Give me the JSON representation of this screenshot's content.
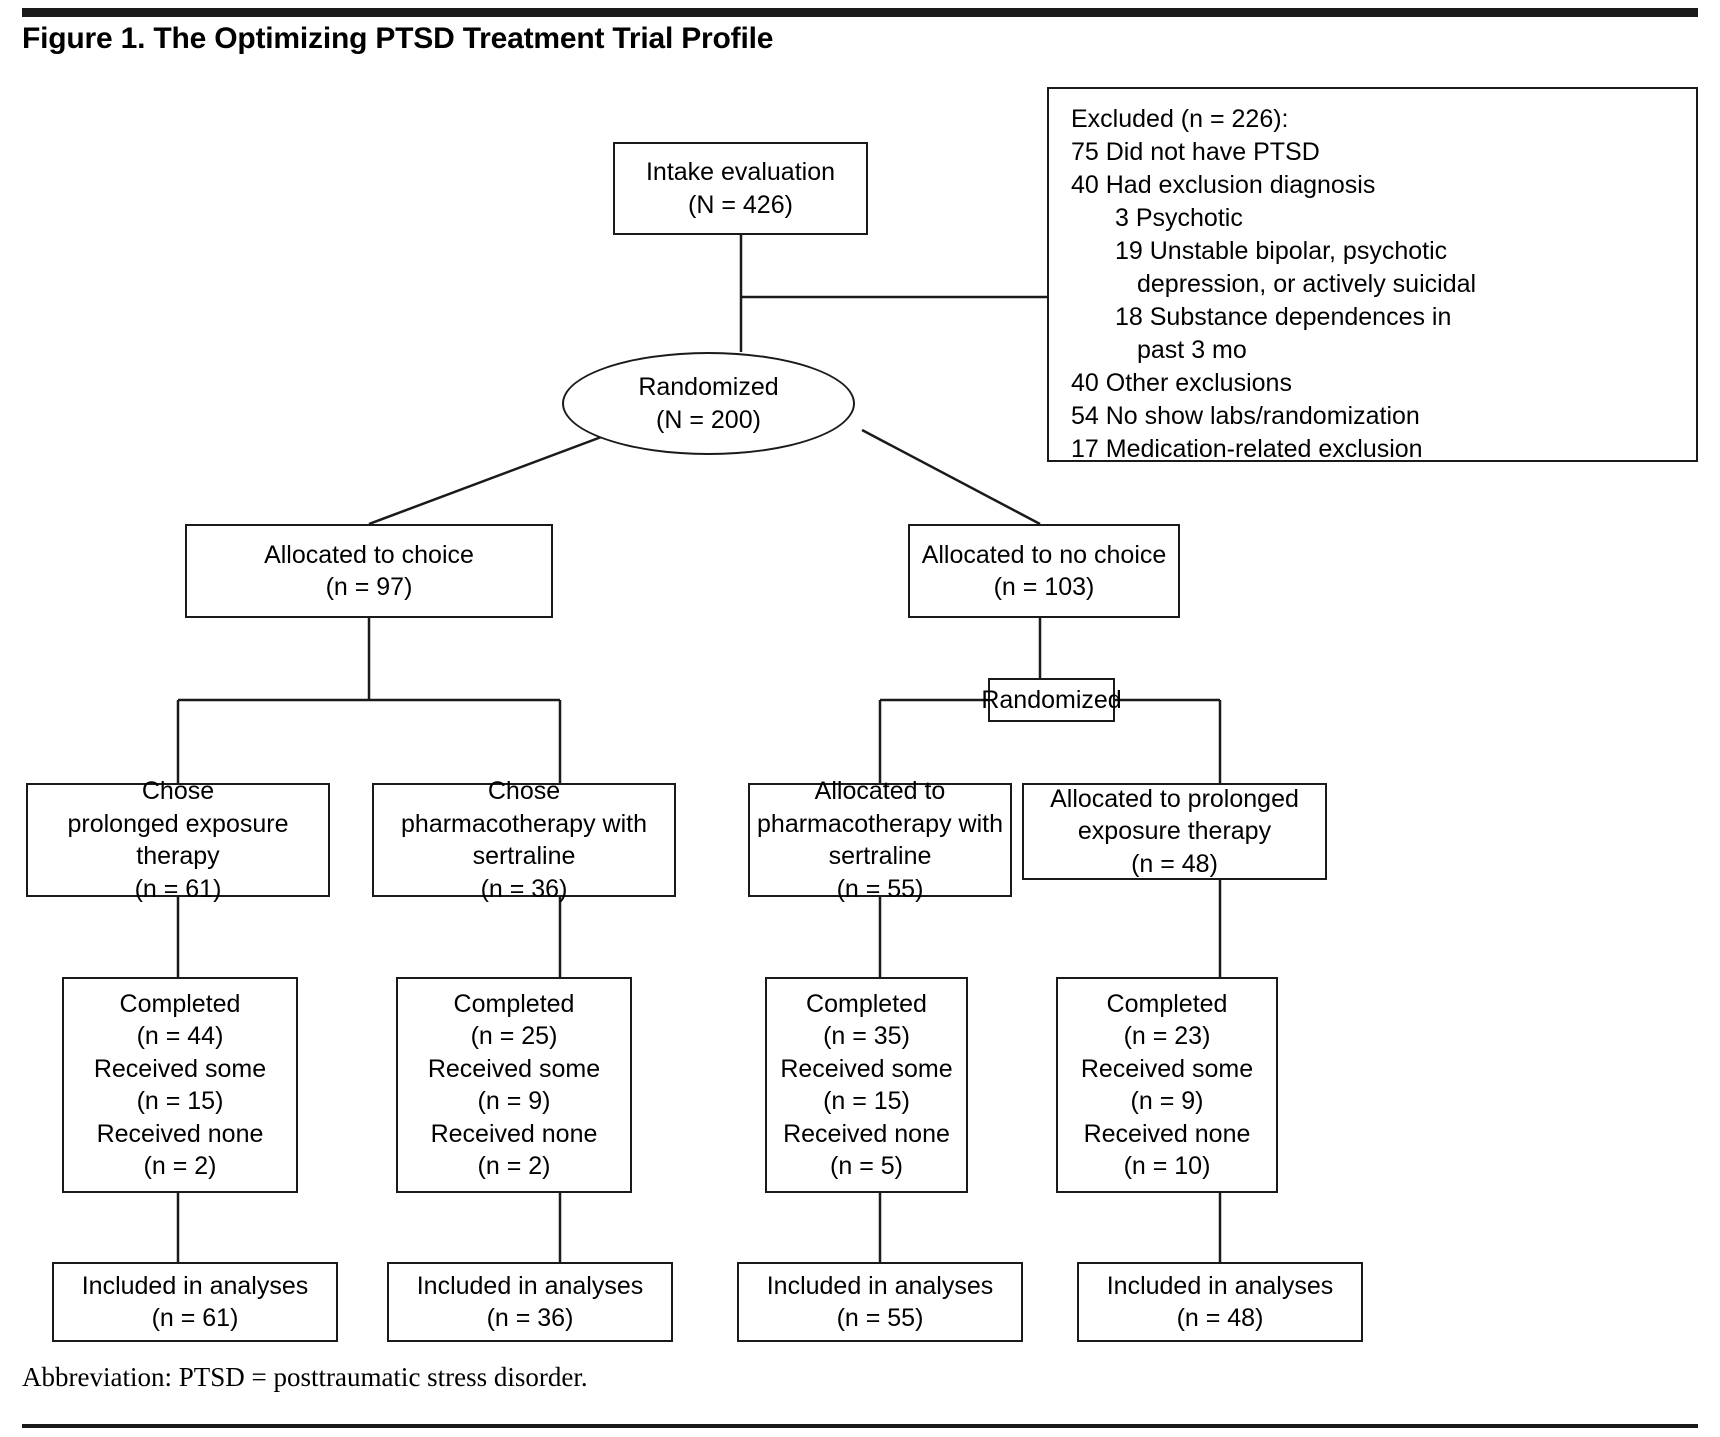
{
  "figure": {
    "title": "Figure 1. The Optimizing PTSD Treatment Trial Profile",
    "footnote": "Abbreviation: PTSD = posttraumatic stress disorder."
  },
  "nodes": {
    "intake": {
      "l1": "Intake evaluation",
      "l2": "(N = 426)"
    },
    "randomized": {
      "l1": "Randomized",
      "l2": "(N = 200)"
    },
    "alloc_choice": {
      "l1": "Allocated to choice",
      "l2": "(n = 97)"
    },
    "alloc_no_choice": {
      "l1": "Allocated to no choice",
      "l2": "(n = 103)"
    },
    "randomized2": {
      "l1": "Randomized"
    },
    "arm1": {
      "l1": "Chose",
      "l2": "prolonged exposure",
      "l3": "therapy",
      "l4": "(n = 61)"
    },
    "arm2": {
      "l1": "Chose",
      "l2": "pharmacotherapy with",
      "l3": "sertraline",
      "l4": "(n = 36)"
    },
    "arm3": {
      "l1": "Allocated to",
      "l2": "pharmacotherapy with",
      "l3": "sertraline",
      "l4": "(n = 55)"
    },
    "arm4": {
      "l1": "Allocated to prolonged",
      "l2": "exposure therapy",
      "l3": "(n = 48)"
    },
    "completed1": {
      "l1": "Completed",
      "l2": "(n = 44)",
      "l3": "Received some",
      "l4": "(n = 15)",
      "l5": "Received none",
      "l6": "(n = 2)"
    },
    "completed2": {
      "l1": "Completed",
      "l2": "(n = 25)",
      "l3": "Received some",
      "l4": "(n = 9)",
      "l5": "Received none",
      "l6": "(n = 2)"
    },
    "completed3": {
      "l1": "Completed",
      "l2": "(n = 35)",
      "l3": "Received some",
      "l4": "(n = 15)",
      "l5": "Received none",
      "l6": "(n = 5)"
    },
    "completed4": {
      "l1": "Completed",
      "l2": "(n = 23)",
      "l3": "Received some",
      "l4": "(n = 9)",
      "l5": "Received none",
      "l6": "(n = 10)"
    },
    "included1": {
      "l1": "Included in analyses",
      "l2": "(n = 61)"
    },
    "included2": {
      "l1": "Included in analyses",
      "l2": "(n = 36)"
    },
    "included3": {
      "l1": "Included in analyses",
      "l2": "(n = 55)"
    },
    "included4": {
      "l1": "Included in analyses",
      "l2": "(n = 48)"
    }
  },
  "excluded": {
    "heading": "Excluded (n = 226):",
    "lines": [
      "75 Did not have PTSD",
      "40 Had exclusion diagnosis",
      "3 Psychotic",
      "19 Unstable bipolar, psychotic",
      "depression, or actively suicidal",
      "18 Substance dependences in",
      "past 3 mo",
      "40 Other exclusions",
      "54 No show labs/randomization",
      "17 Medication-related exclusion"
    ]
  },
  "chart_data": {
    "type": "diagram",
    "title": "Figure 1. The Optimizing PTSD Treatment Trial Profile",
    "flow": [
      {
        "stage": "Intake evaluation",
        "n": 426,
        "key": "N"
      },
      {
        "stage": "Excluded",
        "n": 226,
        "breakdown": [
          {
            "label": "Did not have PTSD",
            "n": 75
          },
          {
            "label": "Had exclusion diagnosis",
            "n": 40
          },
          {
            "label": "Psychotic",
            "n": 3
          },
          {
            "label": "Unstable bipolar, psychotic depression, or actively suicidal",
            "n": 19
          },
          {
            "label": "Substance dependences in past 3 mo",
            "n": 18
          },
          {
            "label": "Other exclusions",
            "n": 40
          },
          {
            "label": "No show labs/randomization",
            "n": 54
          },
          {
            "label": "Medication-related exclusion",
            "n": 17
          }
        ]
      },
      {
        "stage": "Randomized",
        "n": 200,
        "key": "N"
      },
      {
        "stage": "Allocated to choice",
        "n": 97
      },
      {
        "stage": "Allocated to no choice",
        "n": 103
      },
      {
        "stage": "Chose prolonged exposure therapy",
        "n": 61,
        "completed": 44,
        "received_some": 15,
        "received_none": 2,
        "included": 61
      },
      {
        "stage": "Chose pharmacotherapy with sertraline",
        "n": 36,
        "completed": 25,
        "received_some": 9,
        "received_none": 2,
        "included": 36
      },
      {
        "stage": "Allocated to pharmacotherapy with sertraline",
        "n": 55,
        "completed": 35,
        "received_some": 15,
        "received_none": 5,
        "included": 55
      },
      {
        "stage": "Allocated to prolonged exposure therapy",
        "n": 48,
        "completed": 23,
        "received_some": 9,
        "received_none": 10,
        "included": 48
      }
    ]
  }
}
